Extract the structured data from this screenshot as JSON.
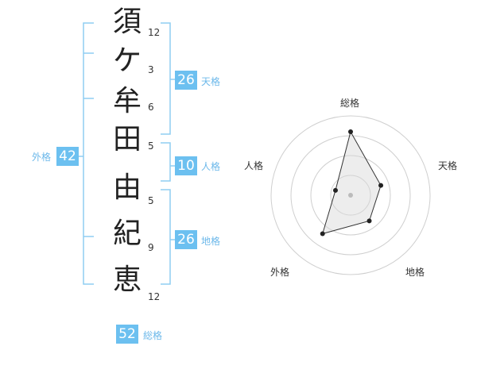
{
  "name_chars": [
    {
      "char": "須",
      "strokes": "12"
    },
    {
      "char": "ケ",
      "strokes": "3"
    },
    {
      "char": "牟",
      "strokes": "6"
    },
    {
      "char": "田",
      "strokes": "5"
    },
    {
      "char": "由",
      "strokes": "5"
    },
    {
      "char": "紀",
      "strokes": "9"
    },
    {
      "char": "恵",
      "strokes": "12"
    }
  ],
  "kaku": {
    "tenkaku": {
      "label": "天格",
      "value": "26"
    },
    "jinkaku": {
      "label": "人格",
      "value": "10"
    },
    "chikaku": {
      "label": "地格",
      "value": "26"
    },
    "gaikaku": {
      "label": "外格",
      "value": "42"
    },
    "soukaku": {
      "label": "総格",
      "value": "52"
    }
  },
  "colors": {
    "accent": "#6cc0f0",
    "bracket": "#8fcdf2",
    "text": "#222222"
  },
  "chart_data": {
    "type": "radar",
    "axes": [
      "総格",
      "天格",
      "地格",
      "外格",
      "人格"
    ],
    "values": [
      4,
      2,
      2,
      3,
      1
    ],
    "rmax": 5,
    "rings": 4
  }
}
